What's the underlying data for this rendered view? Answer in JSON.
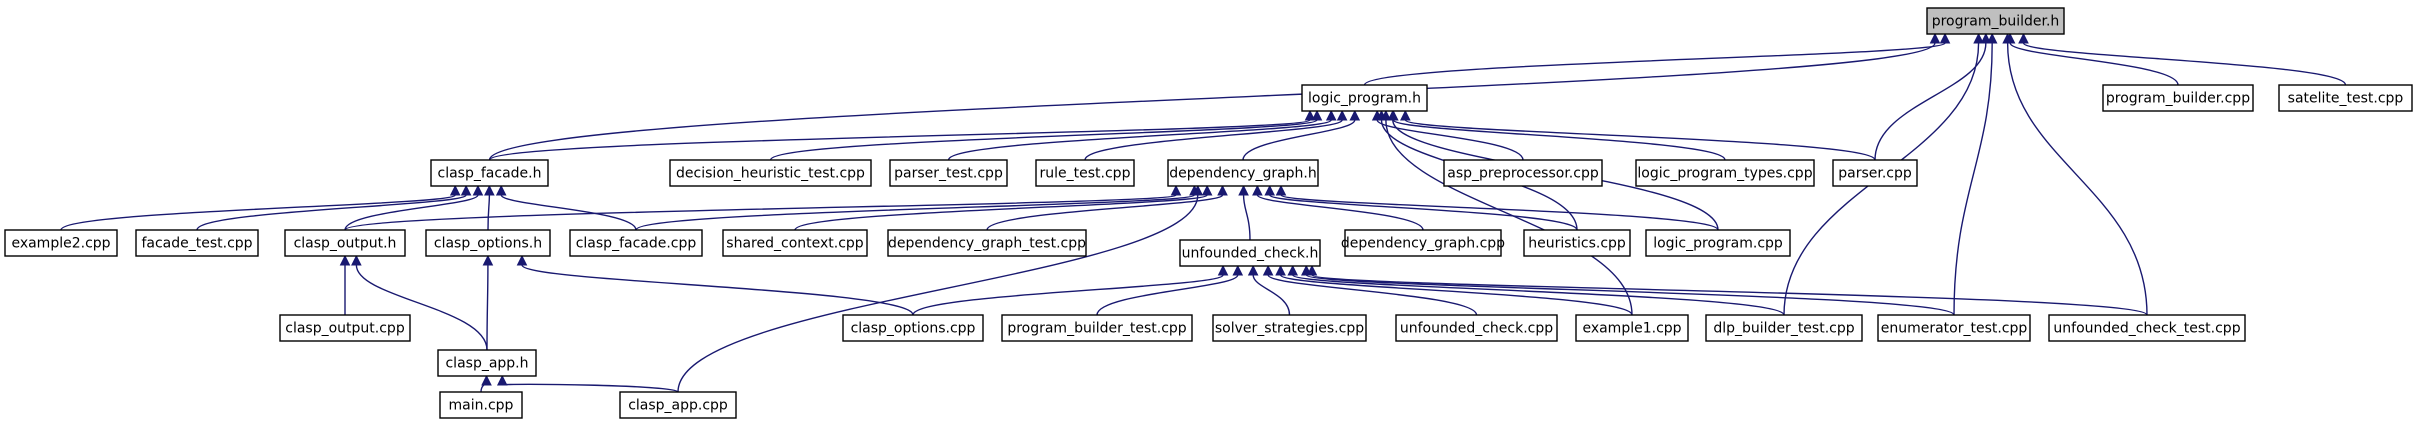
{
  "graph": {
    "nodes": [
      {
        "id": "program_builder_h",
        "label": "program_builder.h",
        "root": true
      },
      {
        "id": "logic_program_h",
        "label": "logic_program.h"
      },
      {
        "id": "program_builder_cpp",
        "label": "program_builder.cpp"
      },
      {
        "id": "satelite_test_cpp",
        "label": "satelite_test.cpp"
      },
      {
        "id": "clasp_facade_h",
        "label": "clasp_facade.h"
      },
      {
        "id": "decision_heuristic_test_cpp",
        "label": "decision_heuristic_test.cpp"
      },
      {
        "id": "parser_test_cpp",
        "label": "parser_test.cpp"
      },
      {
        "id": "rule_test_cpp",
        "label": "rule_test.cpp"
      },
      {
        "id": "dependency_graph_h",
        "label": "dependency_graph.h"
      },
      {
        "id": "asp_preprocessor_cpp",
        "label": "asp_preprocessor.cpp"
      },
      {
        "id": "logic_program_types_cpp",
        "label": "logic_program_types.cpp"
      },
      {
        "id": "parser_cpp",
        "label": "parser.cpp"
      },
      {
        "id": "example2_cpp",
        "label": "example2.cpp"
      },
      {
        "id": "facade_test_cpp",
        "label": "facade_test.cpp"
      },
      {
        "id": "clasp_output_h",
        "label": "clasp_output.h"
      },
      {
        "id": "clasp_options_h",
        "label": "clasp_options.h"
      },
      {
        "id": "clasp_facade_cpp",
        "label": "clasp_facade.cpp"
      },
      {
        "id": "shared_context_cpp",
        "label": "shared_context.cpp"
      },
      {
        "id": "dependency_graph_test_cpp",
        "label": "dependency_graph_test.cpp"
      },
      {
        "id": "unfounded_check_h",
        "label": "unfounded_check.h"
      },
      {
        "id": "dependency_graph_cpp",
        "label": "dependency_graph.cpp"
      },
      {
        "id": "heuristics_cpp",
        "label": "heuristics.cpp"
      },
      {
        "id": "logic_program_cpp",
        "label": "logic_program.cpp"
      },
      {
        "id": "clasp_output_cpp",
        "label": "clasp_output.cpp"
      },
      {
        "id": "clasp_app_h",
        "label": "clasp_app.h"
      },
      {
        "id": "clasp_options_cpp",
        "label": "clasp_options.cpp"
      },
      {
        "id": "program_builder_test_cpp",
        "label": "program_builder_test.cpp"
      },
      {
        "id": "solver_strategies_cpp",
        "label": "solver_strategies.cpp"
      },
      {
        "id": "unfounded_check_cpp",
        "label": "unfounded_check.cpp"
      },
      {
        "id": "example1_cpp",
        "label": "example1.cpp"
      },
      {
        "id": "dlp_builder_test_cpp",
        "label": "dlp_builder_test.cpp"
      },
      {
        "id": "enumerator_test_cpp",
        "label": "enumerator_test.cpp"
      },
      {
        "id": "unfounded_check_test_cpp",
        "label": "unfounded_check_test.cpp"
      },
      {
        "id": "main_cpp",
        "label": "main.cpp"
      },
      {
        "id": "clasp_app_cpp",
        "label": "clasp_app.cpp"
      }
    ],
    "edges": [
      {
        "from": "logic_program_h",
        "to": "program_builder_h"
      },
      {
        "from": "program_builder_cpp",
        "to": "program_builder_h"
      },
      {
        "from": "satelite_test_cpp",
        "to": "program_builder_h"
      },
      {
        "from": "clasp_facade_h",
        "to": "program_builder_h"
      },
      {
        "from": "parser_cpp",
        "to": "program_builder_h"
      },
      {
        "from": "dlp_builder_test_cpp",
        "to": "program_builder_h"
      },
      {
        "from": "enumerator_test_cpp",
        "to": "program_builder_h"
      },
      {
        "from": "unfounded_check_test_cpp",
        "to": "program_builder_h"
      },
      {
        "from": "clasp_facade_h",
        "to": "logic_program_h"
      },
      {
        "from": "decision_heuristic_test_cpp",
        "to": "logic_program_h"
      },
      {
        "from": "parser_test_cpp",
        "to": "logic_program_h"
      },
      {
        "from": "rule_test_cpp",
        "to": "logic_program_h"
      },
      {
        "from": "dependency_graph_h",
        "to": "logic_program_h"
      },
      {
        "from": "asp_preprocessor_cpp",
        "to": "logic_program_h"
      },
      {
        "from": "logic_program_types_cpp",
        "to": "logic_program_h"
      },
      {
        "from": "parser_cpp",
        "to": "logic_program_h"
      },
      {
        "from": "heuristics_cpp",
        "to": "logic_program_h"
      },
      {
        "from": "logic_program_cpp",
        "to": "logic_program_h"
      },
      {
        "from": "example1_cpp",
        "to": "logic_program_h"
      },
      {
        "from": "example2_cpp",
        "to": "clasp_facade_h"
      },
      {
        "from": "facade_test_cpp",
        "to": "clasp_facade_h"
      },
      {
        "from": "clasp_output_h",
        "to": "clasp_facade_h"
      },
      {
        "from": "clasp_options_h",
        "to": "clasp_facade_h"
      },
      {
        "from": "clasp_facade_cpp",
        "to": "clasp_facade_h"
      },
      {
        "from": "clasp_output_h",
        "to": "dependency_graph_h"
      },
      {
        "from": "clasp_facade_cpp",
        "to": "dependency_graph_h"
      },
      {
        "from": "shared_context_cpp",
        "to": "dependency_graph_h"
      },
      {
        "from": "dependency_graph_test_cpp",
        "to": "dependency_graph_h"
      },
      {
        "from": "unfounded_check_h",
        "to": "dependency_graph_h"
      },
      {
        "from": "dependency_graph_cpp",
        "to": "dependency_graph_h"
      },
      {
        "from": "heuristics_cpp",
        "to": "dependency_graph_h"
      },
      {
        "from": "logic_program_cpp",
        "to": "dependency_graph_h"
      },
      {
        "from": "clasp_app_cpp",
        "to": "dependency_graph_h"
      },
      {
        "from": "clasp_output_cpp",
        "to": "clasp_output_h"
      },
      {
        "from": "clasp_app_h",
        "to": "clasp_output_h"
      },
      {
        "from": "clasp_app_h",
        "to": "clasp_options_h"
      },
      {
        "from": "clasp_options_cpp",
        "to": "clasp_options_h"
      },
      {
        "from": "clasp_options_cpp",
        "to": "unfounded_check_h"
      },
      {
        "from": "program_builder_test_cpp",
        "to": "unfounded_check_h"
      },
      {
        "from": "solver_strategies_cpp",
        "to": "unfounded_check_h"
      },
      {
        "from": "unfounded_check_cpp",
        "to": "unfounded_check_h"
      },
      {
        "from": "example1_cpp",
        "to": "unfounded_check_h"
      },
      {
        "from": "dlp_builder_test_cpp",
        "to": "unfounded_check_h"
      },
      {
        "from": "enumerator_test_cpp",
        "to": "unfounded_check_h"
      },
      {
        "from": "unfounded_check_test_cpp",
        "to": "unfounded_check_h"
      },
      {
        "from": "main_cpp",
        "to": "clasp_app_h"
      },
      {
        "from": "clasp_app_cpp",
        "to": "clasp_app_h"
      }
    ]
  }
}
